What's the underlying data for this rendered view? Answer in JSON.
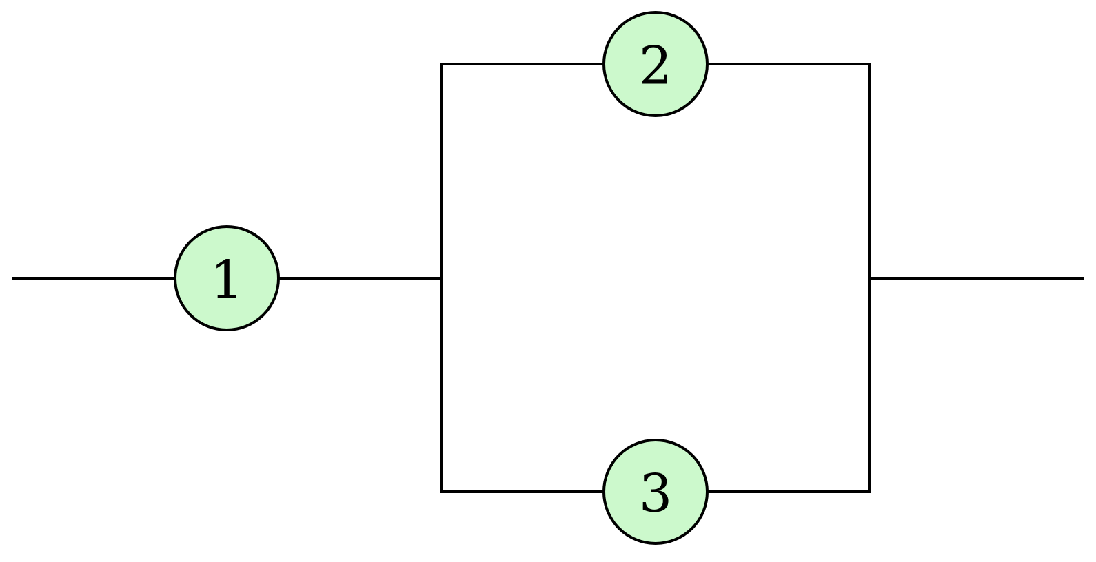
{
  "diagram": {
    "type": "reliability-block-diagram",
    "node_fill": "#ccf9cc",
    "line_color": "#000000",
    "nodes": [
      {
        "id": "n1",
        "label": "1"
      },
      {
        "id": "n2",
        "label": "2"
      },
      {
        "id": "n3",
        "label": "3"
      }
    ],
    "connections": [
      {
        "from": "input",
        "to": "n1"
      },
      {
        "from": "n1",
        "to": "n2"
      },
      {
        "from": "n1",
        "to": "n3"
      },
      {
        "from": "n2",
        "to": "output"
      },
      {
        "from": "n3",
        "to": "output"
      }
    ]
  }
}
